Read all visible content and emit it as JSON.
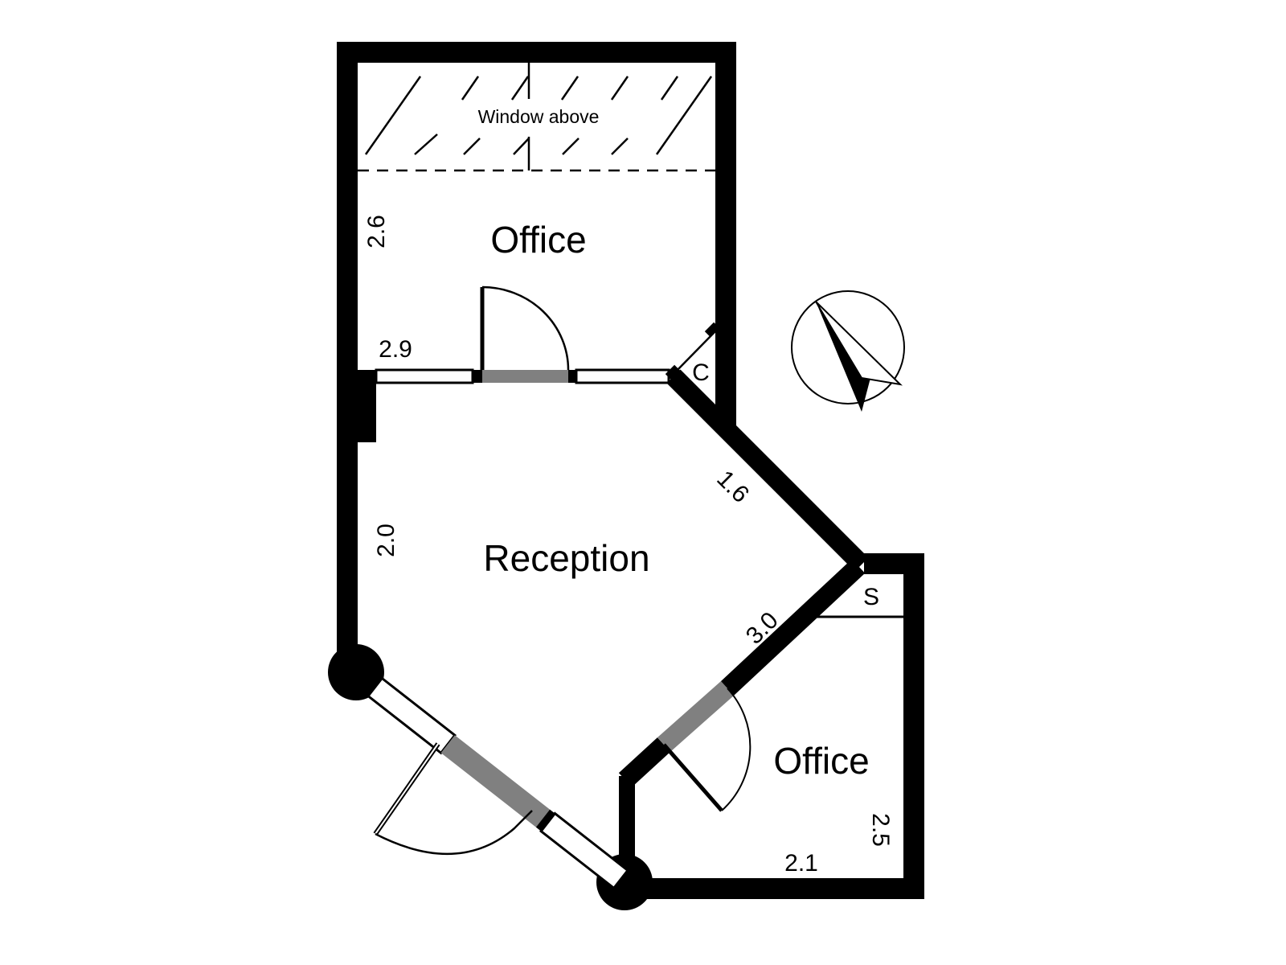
{
  "rooms": {
    "top_office": "Office",
    "reception": "Reception",
    "bottom_office": "Office",
    "closet": "C",
    "storage": "S"
  },
  "notes": {
    "window_above": "Window above"
  },
  "dimensions": {
    "top_office_height": "2.6",
    "top_office_width": "2.9",
    "reception_diagonal_upper": "1.6",
    "reception_height": "2.0",
    "reception_diagonal_lower": "3.0",
    "bottom_office_height": "2.5",
    "bottom_office_width": "2.1"
  },
  "colors": {
    "wall": "#000000",
    "door_opening": "#808080",
    "background": "#ffffff"
  }
}
